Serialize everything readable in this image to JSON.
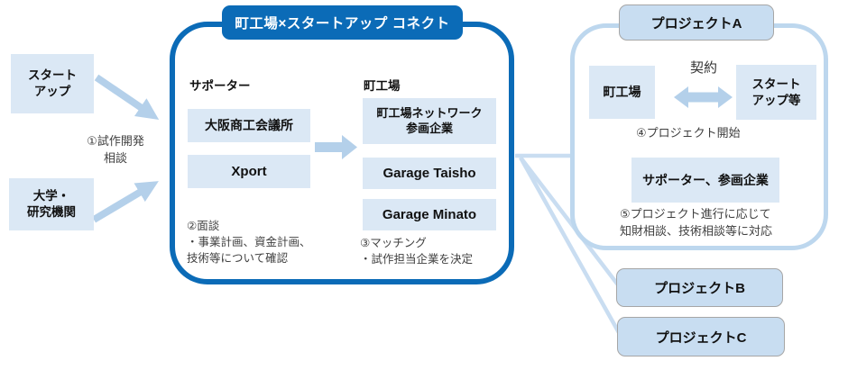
{
  "colors": {
    "accent_blue": "#0b6bb7",
    "light_box_fill": "#dbe8f5",
    "arrow_blue": "#b4d0ea",
    "connector_blue": "#c9ddf1",
    "project_box_fill": "#c8ddf1",
    "project_box_border": "#a6a6a6",
    "pale_border": "#bdd7ee",
    "annotation_text": "#404040",
    "box_text": "#111111",
    "title_text": "#ffffff"
  },
  "left": {
    "startup_box": "スタート\nアップ",
    "annotation1": "①試作開発\n相談",
    "university_box": "大学・\n研究機関"
  },
  "connect": {
    "title": "町工場×スタートアップ コネクト",
    "supporter_label": "サポーター",
    "machikoba_label": "町工場",
    "supporter_boxes": [
      "大阪商工会議所",
      "Xport"
    ],
    "factory_boxes": [
      "町工場ネットワーク\n参画企業",
      "Garage Taisho",
      "Garage Minato"
    ],
    "annotation2": "②面談\n・事業計画、資金計画、\n 技術等について確認",
    "annotation3": "③マッチング\n・試作担当企業を決定"
  },
  "project_a": {
    "title": "プロジェクトA",
    "machikoba_box": "町工場",
    "contract_label": "契約",
    "startup_box": "スタート\nアップ等",
    "annotation4": "④プロジェクト開始",
    "supporter_box": "サポーター、参画企業",
    "annotation5": "⑤プロジェクト進行に応じて\n知財相談、技術相談等に対応"
  },
  "project_b": {
    "title": "プロジェクトB"
  },
  "project_c": {
    "title": "プロジェクトC"
  }
}
